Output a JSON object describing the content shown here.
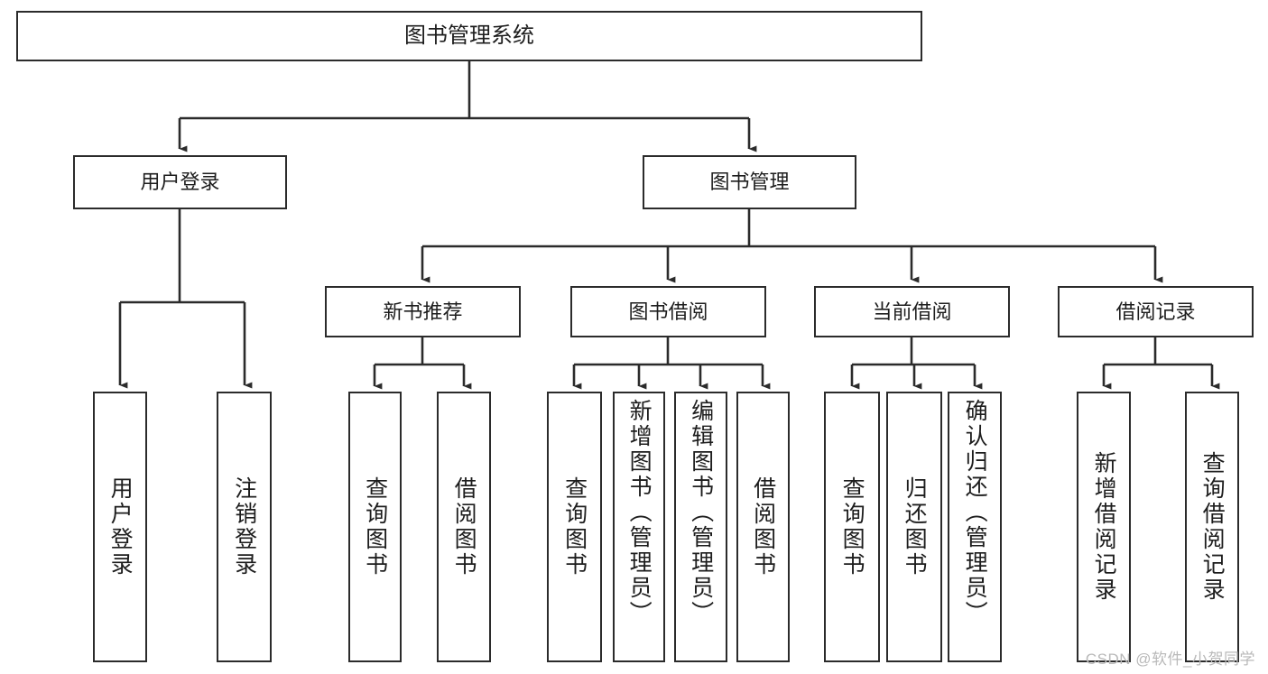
{
  "diagram": {
    "title": "图书管理系统",
    "watermark": "CSDN @软件_小贺同学",
    "line_color": "#2b2b2b",
    "box_border_color": "#2b2b2b",
    "box_fill_color": "#ffffff",
    "background_color": "#ffffff",
    "watermark_color": "#b9b9b9",
    "root": {
      "label": "图书管理系统"
    },
    "level1": [
      {
        "label": "用户登录"
      },
      {
        "label": "图书管理"
      }
    ],
    "level2": [
      {
        "label": "新书推荐"
      },
      {
        "label": "图书借阅"
      },
      {
        "label": "当前借阅"
      },
      {
        "label": "借阅记录"
      }
    ],
    "leaves": {
      "user_login": [
        {
          "label": "用户登录"
        },
        {
          "label": "注销登录"
        }
      ],
      "new_book_rec": [
        {
          "label": "查询图书"
        },
        {
          "label": "借阅图书"
        }
      ],
      "book_borrow": [
        {
          "label": "查询图书"
        },
        {
          "label": "新增图书（管理员）"
        },
        {
          "label": "编辑图书（管理员）"
        },
        {
          "label": "借阅图书"
        }
      ],
      "current_loan": [
        {
          "label": "查询图书"
        },
        {
          "label": "归还图书"
        },
        {
          "label": "确认归还（管理员）"
        }
      ],
      "loan_record": [
        {
          "label": "新增借阅记录"
        },
        {
          "label": "查询借阅记录"
        }
      ]
    }
  }
}
